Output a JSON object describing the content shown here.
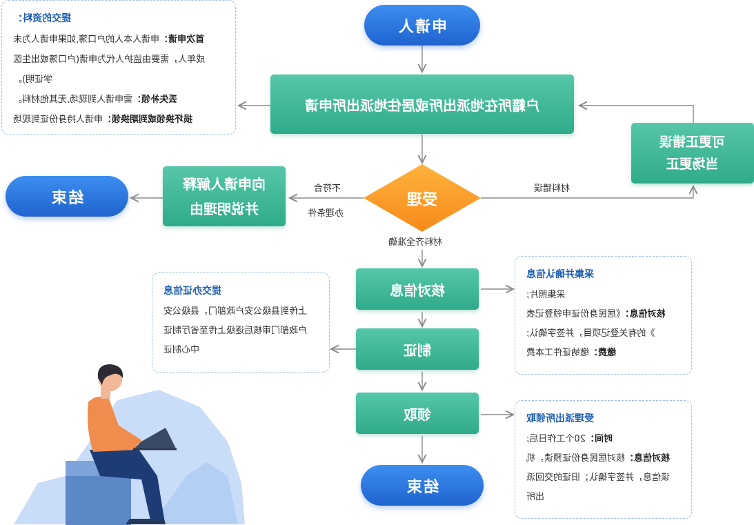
{
  "nodes": {
    "applicant": "申请人",
    "apply_office": "户籍所在地派出所或居住地派出所申请",
    "accept": "受理",
    "explain_line1": "向申请人解释",
    "explain_line2": "并说明理由",
    "end_top": "结束",
    "correct_line1": "可更正错误",
    "correct_line2": "当场更正",
    "verify": "核对信息",
    "make": "制证",
    "collect": "领取",
    "end_bottom": "结束"
  },
  "edges": {
    "not_meet_1": "不符合",
    "not_meet_2": "办理条件",
    "material_error": "材料错误",
    "material_complete": "材料齐全准确"
  },
  "notes": {
    "submit_materials": {
      "title": "提交的资料：",
      "first_label": "首次申请：",
      "first_text_1": "申请人本人的户口簿,如果申请人为未",
      "first_text_2": "成年人，需要由监护人代为申请(户口簿或出生医",
      "first_text_3": "学证明)。",
      "lost_label": "丢失补领：",
      "lost_text": "需申请人到现场,无其他材料。",
      "damage_label": "损坏换领或到期换领：",
      "damage_text": "申请人持身份证到现场"
    },
    "collect_confirm": {
      "title": "采集并确认信息",
      "photo_label": "采集照片;",
      "verify_label": "核对信息：",
      "verify_text_1": "《居民身份证申领登记表",
      "verify_text_2": "》的有关登记项目，并签字确认;",
      "fee_label": "缴费：",
      "fee_text": "缴纳证件工本费"
    },
    "submit_cert": {
      "title": "提交办证信息",
      "text_1": "上传到县级公安户政部门，县级公安",
      "text_2": "户政部门审核后逐级上传至省厅制证",
      "text_3": "中心制证"
    },
    "pickup": {
      "title": "受理派出所领取",
      "time_label": "时间：",
      "time_text": "20个工作日后;",
      "verify_label": "核对信息：",
      "verify_text_1": "核对居民身份证预读，机",
      "verify_text_2": "读信息，并签字确认；旧证的交回派",
      "verify_text_3": "出所"
    }
  },
  "colors": {
    "blue_start": "#3d8ef0",
    "blue_end": "#1f63cf",
    "green_start": "#56c7a8",
    "green_end": "#2fab8a",
    "orange_start": "#ffb23e",
    "orange_end": "#f68a19",
    "note_title": "#1d5fb0",
    "arrow": "#8c8c8c"
  }
}
